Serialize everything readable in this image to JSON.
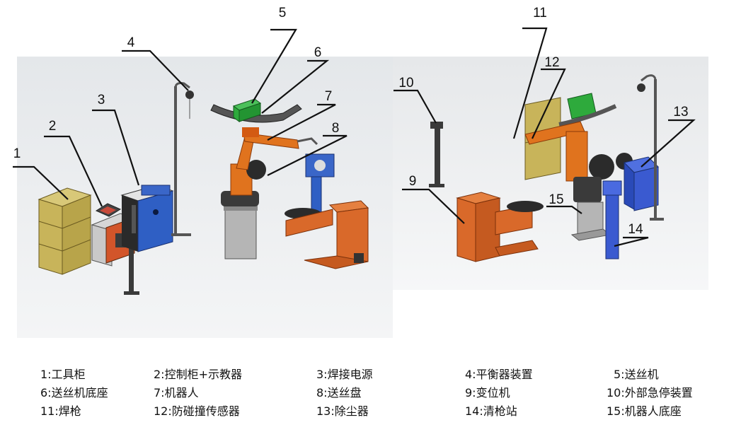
{
  "callouts": [
    "1",
    "2",
    "3",
    "4",
    "5",
    "6",
    "7",
    "8",
    "9",
    "10",
    "11",
    "12",
    "13",
    "14",
    "15"
  ],
  "legend": [
    [
      "1:工具柜",
      "2:控制柜+示教器",
      "3:焊接电源",
      "4:平衡器装置",
      "5:送丝机"
    ],
    [
      "6:送丝机底座",
      "7:机器人",
      "8:送丝盘",
      "9:变位机",
      "10:外部急停装置"
    ],
    [
      "11:焊枪",
      "12:防碰撞传感器",
      "13:除尘器",
      "14:清枪站",
      "15:机器人底座"
    ]
  ],
  "colors": {
    "cabinet": "#c8b45a",
    "robot": "#e0731e",
    "positioner": "#d9692a",
    "power_source": "#2f5fc4",
    "wire_feeder": "#2eaa3c",
    "base": "#a8a8a8",
    "dark": "#3a3a3a"
  }
}
